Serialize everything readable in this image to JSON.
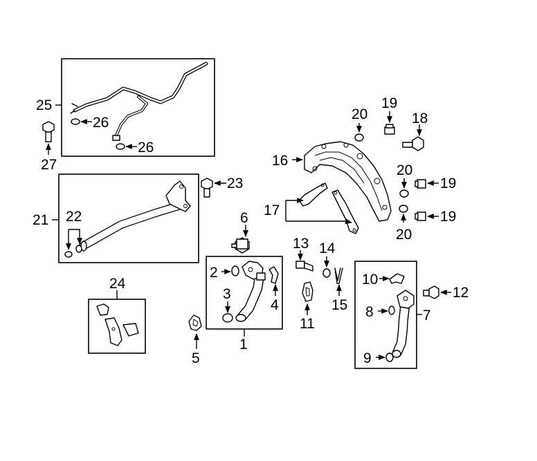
{
  "diagram": {
    "labels": {
      "l1": "1",
      "l2": "2",
      "l3": "3",
      "l4": "4",
      "l5": "5",
      "l6": "6",
      "l7": "7",
      "l8": "8",
      "l9": "9",
      "l10": "10",
      "l11": "11",
      "l12": "12",
      "l13": "13",
      "l14": "14",
      "l15": "15",
      "l16": "16",
      "l17": "17",
      "l18": "18",
      "l19a": "19",
      "l19b": "19",
      "l19c": "19",
      "l20a": "20",
      "l20b": "20",
      "l20c": "20",
      "l21": "21",
      "l22": "22",
      "l23": "23",
      "l24": "24",
      "l25": "25",
      "l26a": "26",
      "l26b": "26",
      "l27": "27"
    }
  }
}
